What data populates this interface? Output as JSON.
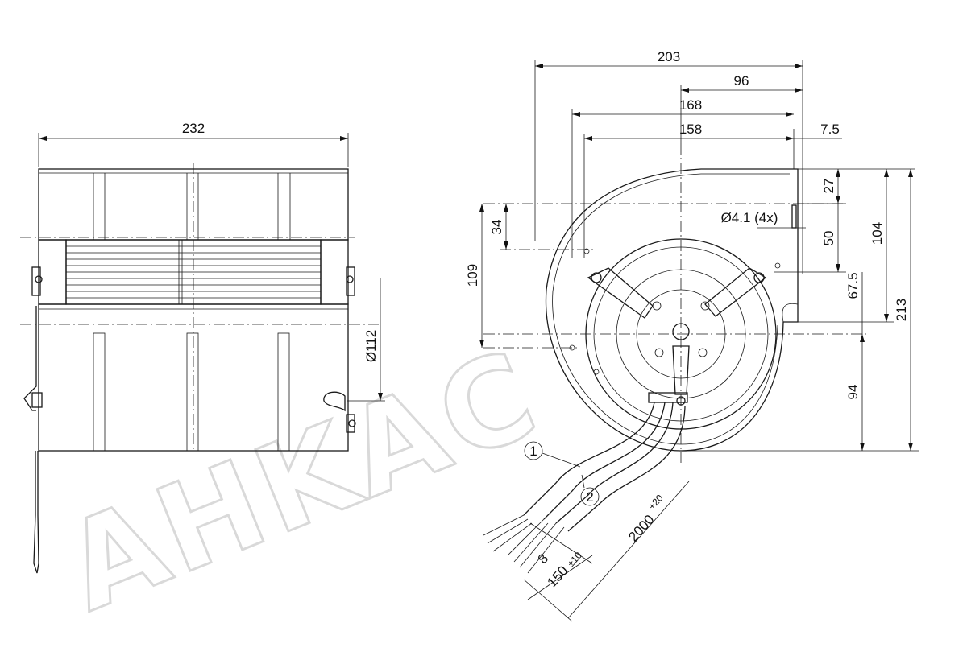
{
  "watermark": "AHKAC",
  "left_view": {
    "width_dim": "232",
    "diameter_dim": "Ø112"
  },
  "right_view": {
    "dims": {
      "overall_width": "203",
      "offset_96": "96",
      "dim_168": "168",
      "dim_158": "158",
      "dim_7_5": "7.5",
      "dim_27": "27",
      "hole": "Ø4.1 (4x)",
      "dim_50": "50",
      "dim_104": "104",
      "dim_213": "213",
      "dim_67_5": "67.5",
      "dim_94": "94",
      "dim_34": "34",
      "dim_109": "109",
      "cable_length": "2000",
      "cable_tol": "+20",
      "strip_length": "150",
      "strip_tol": "±10",
      "dim_8": "8"
    },
    "callouts": [
      "1",
      "2"
    ]
  }
}
